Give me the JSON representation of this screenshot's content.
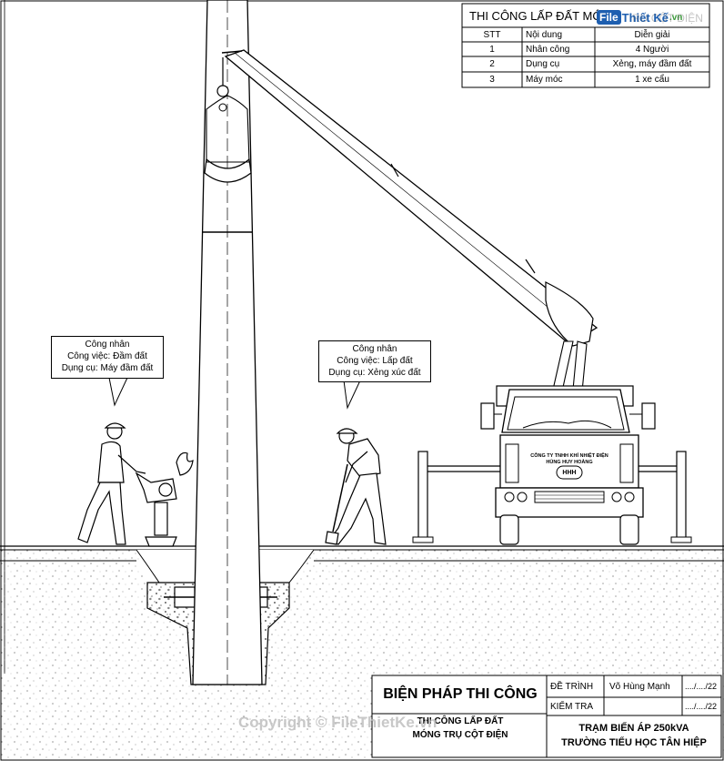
{
  "table": {
    "title": "THI CÔNG LẤP ĐẤT MÓ",
    "headers": [
      "STT",
      "Nội dung",
      "Diễn giải"
    ],
    "rows": [
      [
        "1",
        "Nhân công",
        "4 Người"
      ],
      [
        "2",
        "Dụng cụ",
        "Xẻng, máy đầm đất"
      ],
      [
        "3",
        "Máy móc",
        "1 xe cẩu"
      ]
    ]
  },
  "logo_badge": {
    "text1": "File",
    "text2": "Thiết Kế",
    "text3": ".vn",
    "title_tail": "RU CỘT ĐIỆN"
  },
  "callout_left": {
    "line1": "Công nhân",
    "line2": "Công việc: Đầm đất",
    "line3": "Dụng cụ: Máy đầm đất"
  },
  "callout_right": {
    "line1": "Công nhân",
    "line2": "Công việc: Lấp đất",
    "line3": "Dụng cụ: Xẻng xúc đất"
  },
  "truck": {
    "company_line1": "CÔNG TY TNHH KHÍ NHIỆT ĐIỆN",
    "company_line2": "HÙNG HUY HOÀNG",
    "logo": "HHH"
  },
  "title_block": {
    "main_title": "BIỆN PHÁP THI CÔNG",
    "sub_title_1": "THI CÔNG LẤP ĐẤT",
    "sub_title_2": "MÓNG TRỤ CỘT ĐIỆN",
    "de_trinh_label": "ĐỀ TRÌNH",
    "de_trinh_name": "Võ Hùng Mạnh",
    "de_trinh_date": "..../..../22",
    "kiem_tra_label": "KIỂM TRA",
    "kiem_tra_name": "",
    "kiem_tra_date": "..../..../22",
    "project_line1": "TRẠM BIẾN ÁP 250kVA",
    "project_line2": "TRƯỜNG TIỂU HỌC TÂN HIỆP"
  },
  "watermark": "Copyright © FileThietKe.vn",
  "colors": {
    "line": "#000000",
    "logo_blue": "#1e5fb0",
    "logo_green": "#3a9a3a",
    "watermark": "#bfbfbf"
  }
}
